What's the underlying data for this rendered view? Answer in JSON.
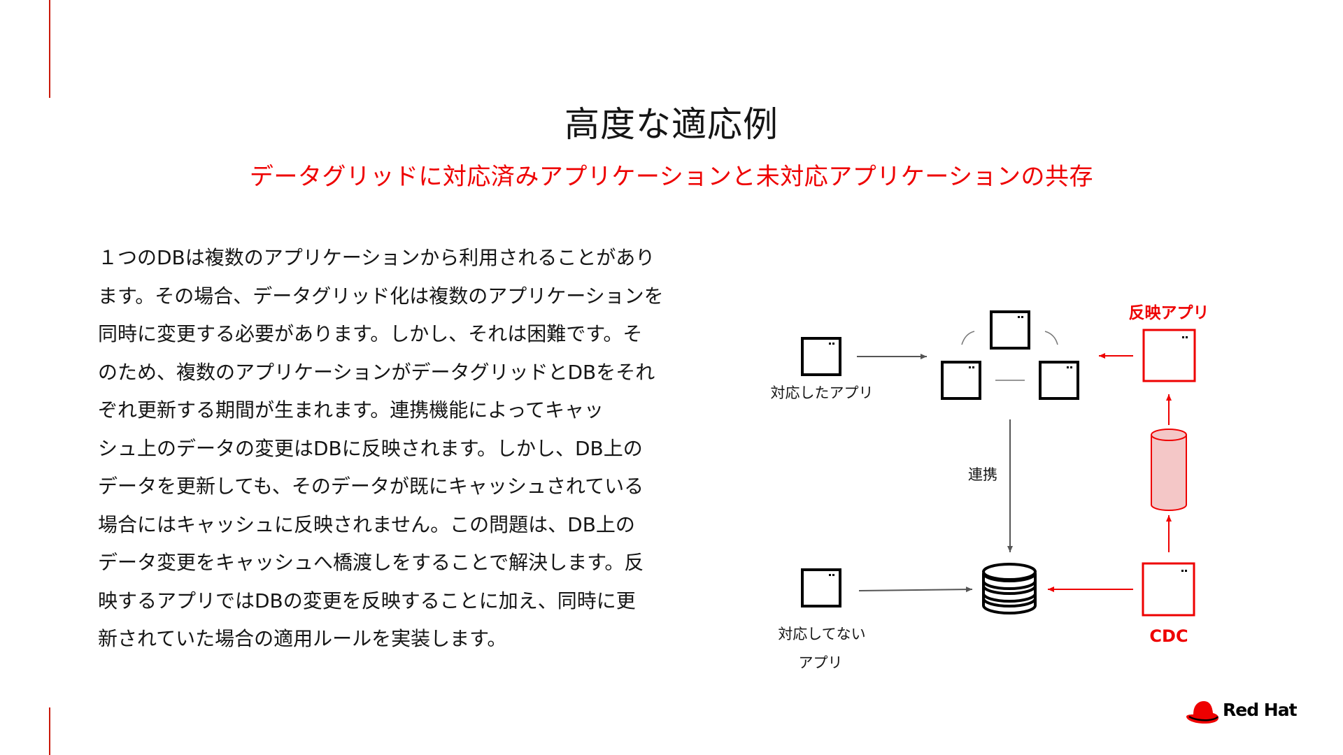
{
  "slide": {
    "title": "高度な適応例",
    "subtitle": "データグリッドに対応済みアプリケーションと未対応アプリケーションの共存"
  },
  "body": {
    "lines": [
      "１つのDBは複数のアプリケーションから利用されることがあり",
      "ます。その場合、データグリッド化は複数のアプリケーションを",
      "同時に変更する必要があります。しかし、それは困難です。そ",
      "のため、複数のアプリケーションがデータグリッドとDBをそれ",
      "ぞれ更新する期間が生まれます。連携機能によってキャッ",
      "シュ上のデータの変更はDBに反映されます。しかし、DB上の",
      "データを更新しても、そのデータが既にキャッシュされている",
      "場合にはキャッシュに反映されません。この問題は、DB上の",
      "データ変更をキャッシュへ橋渡しをすることで解決します。反",
      "映するアプリではDBの変更を反映することに加え、同時に更",
      "新されていた場合の適用ルールを実装します。"
    ]
  },
  "diagram": {
    "supported_app_label": "対応したアプリ",
    "unsupported_app_label_line1": "対応してない",
    "unsupported_app_label_line2": "アプリ",
    "link_label": "連携",
    "reflect_app_label": "反映アプリ",
    "cdc_label": "CDC",
    "colors": {
      "accent": "#ee0000",
      "cylinder_fill": "#f4c7c7",
      "arrow_gray": "#555555",
      "node_black": "#000000"
    }
  },
  "brand": {
    "logo_text": "Red Hat",
    "logo_icon": "red-hat-fedora-icon"
  }
}
